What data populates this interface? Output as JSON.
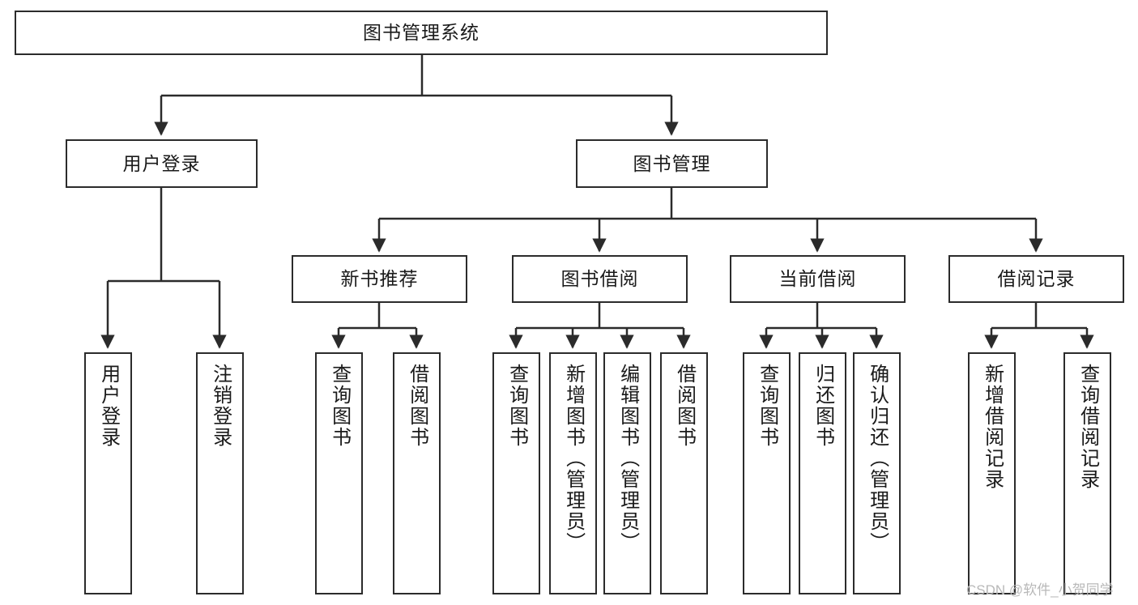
{
  "diagram": {
    "title": "图书管理系统",
    "type": "tree",
    "orientation": "top-down",
    "line_color": "#2b2b2b",
    "box_fill": "#ffffff",
    "nodes": {
      "root": {
        "label": "图书管理系统"
      },
      "level1": [
        {
          "id": "user-login",
          "label": "用户登录"
        },
        {
          "id": "book-management",
          "label": "图书管理"
        }
      ],
      "level2": [
        {
          "id": "new-book-recommend",
          "label": "新书推荐"
        },
        {
          "id": "book-borrow",
          "label": "图书借阅"
        },
        {
          "id": "current-borrow",
          "label": "当前借阅"
        },
        {
          "id": "borrow-record",
          "label": "借阅记录"
        }
      ],
      "leaves": {
        "user_login": [
          {
            "id": "leaf-user-login",
            "label": "用户登录"
          },
          {
            "id": "leaf-logout",
            "label": "注销登录"
          }
        ],
        "new_book_recommend": [
          {
            "id": "leaf-query-book-1",
            "label": "查询图书"
          },
          {
            "id": "leaf-borrow-book-1",
            "label": "借阅图书"
          }
        ],
        "book_borrow": [
          {
            "id": "leaf-query-book-2",
            "label": "查询图书"
          },
          {
            "id": "leaf-add-book",
            "label": "新增图书（管理员）"
          },
          {
            "id": "leaf-edit-book",
            "label": "编辑图书（管理员）"
          },
          {
            "id": "leaf-borrow-book-2",
            "label": "借阅图书"
          }
        ],
        "current_borrow": [
          {
            "id": "leaf-query-book-3",
            "label": "查询图书"
          },
          {
            "id": "leaf-return-book",
            "label": "归还图书"
          },
          {
            "id": "leaf-confirm-return",
            "label": "确认归还（管理员）"
          }
        ],
        "borrow_record": [
          {
            "id": "leaf-add-record",
            "label": "新增借阅记录"
          },
          {
            "id": "leaf-query-record",
            "label": "查询借阅记录"
          }
        ]
      }
    }
  },
  "watermark": {
    "text": "CSDN @软件_小贺同学"
  }
}
